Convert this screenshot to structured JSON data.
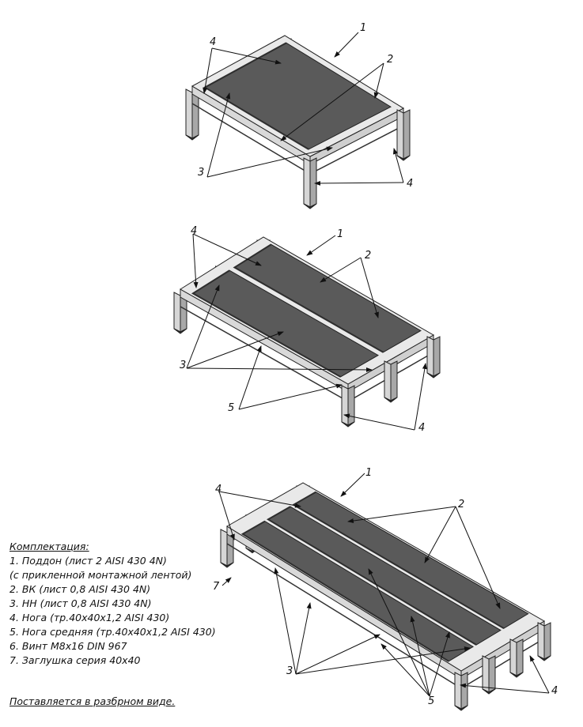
{
  "callouts": {
    "n1": "1",
    "n2": "2",
    "n3": "3",
    "n4": "4",
    "n5": "5",
    "n7": "7"
  },
  "legend": {
    "title": "Комплектация:",
    "items": [
      "1. Поддон (лист 2 AISI 430 4N)",
      "(с прикленной монтажной лентой)",
      "2. ВК (лист 0,8 AISI 430 4N)",
      "3. НН (лист 0,8 AISI 430 4N)",
      "4. Нога (тр.40х40х1,2 AISI 430)",
      "5. Нога средняя (тр.40х40х1,2 AISI 430)",
      "6. Винт М8х16 DIN 967",
      "7. Заглушка серия 40х40"
    ]
  },
  "note": "Поставляется в разбрном виде."
}
